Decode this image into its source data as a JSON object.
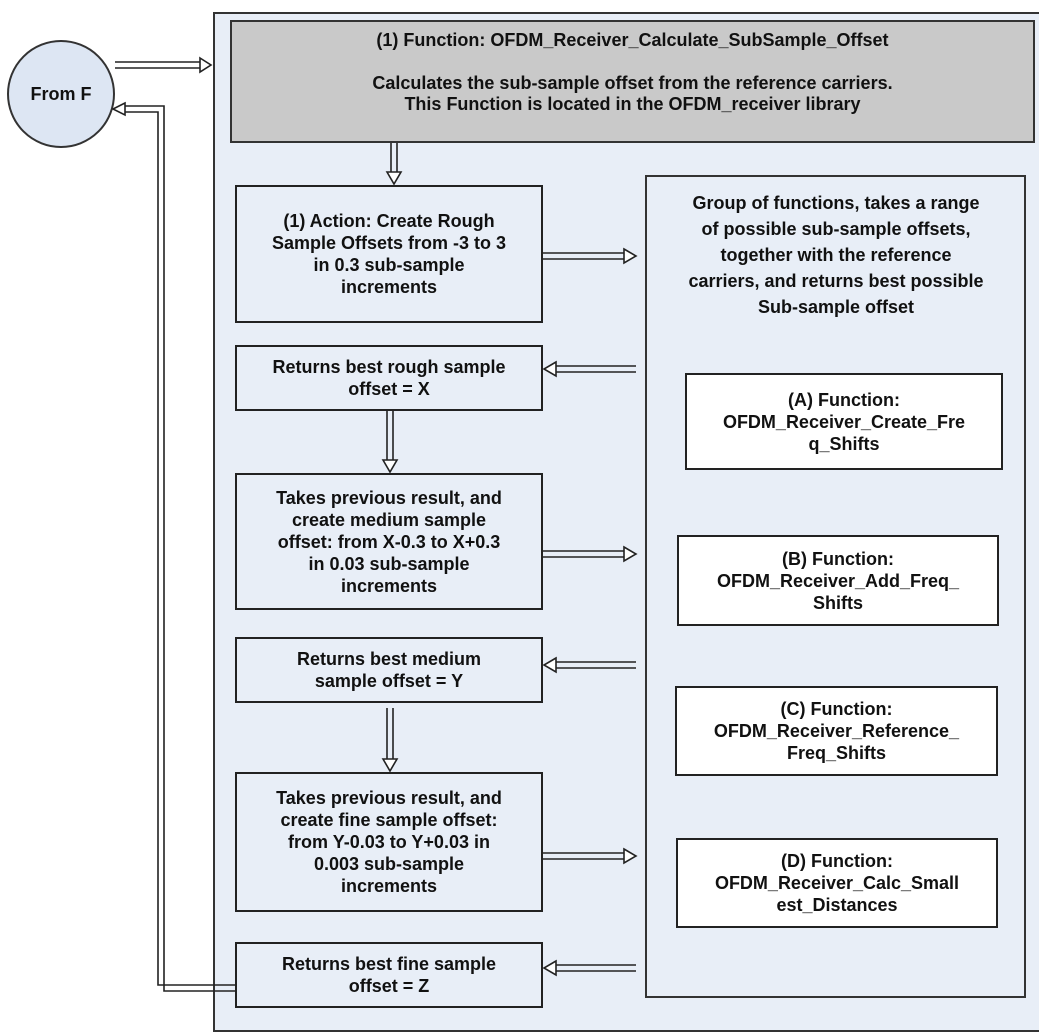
{
  "start_node": "From F",
  "header": {
    "title": "(1) Function: OFDM_Receiver_Calculate_SubSample_Offset",
    "line1": "Calculates the sub-sample offset from the reference carriers.",
    "line2": "This Function is located in the OFDM_receiver library"
  },
  "left_steps": [
    {
      "lines": [
        "(1) Action: Create Rough",
        "Sample Offsets from -3 to 3",
        "in 0.3 sub-sample",
        "increments"
      ]
    },
    {
      "lines": [
        "Returns best rough sample",
        "offset = X"
      ]
    },
    {
      "lines": [
        "Takes previous result, and",
        "create medium sample",
        "offset: from X-0.3 to X+0.3",
        "in  0.03 sub-sample",
        "increments"
      ]
    },
    {
      "lines": [
        "Returns best medium",
        "sample offset = Y"
      ]
    },
    {
      "lines": [
        "Takes previous result, and",
        "create fine sample offset:",
        "from Y-0.03 to Y+0.03 in",
        "0.003 sub-sample",
        "increments"
      ]
    },
    {
      "lines": [
        "Returns best fine sample",
        "offset = Z"
      ]
    }
  ],
  "group": {
    "lines": [
      "Group of functions, takes a range",
      "of possible sub-sample offsets,",
      "together with the reference",
      "carriers, and returns best possible",
      "Sub-sample offset"
    ]
  },
  "functions": [
    {
      "lines": [
        "(A) Function:",
        "OFDM_Receiver_Create_Fre",
        "q_Shifts"
      ]
    },
    {
      "lines": [
        "(B) Function:",
        "OFDM_Receiver_Add_Freq_",
        "Shifts"
      ]
    },
    {
      "lines": [
        "(C) Function:",
        "OFDM_Receiver_Reference_",
        "Freq_Shifts"
      ]
    },
    {
      "lines": [
        "(D) Function:",
        "OFDM_Receiver_Calc_Small",
        "est_Distances"
      ]
    }
  ],
  "colors": {
    "panel": "#e8eef7",
    "header": "#c9c9c9",
    "box": "#ffffff",
    "stroke": "#222222"
  }
}
